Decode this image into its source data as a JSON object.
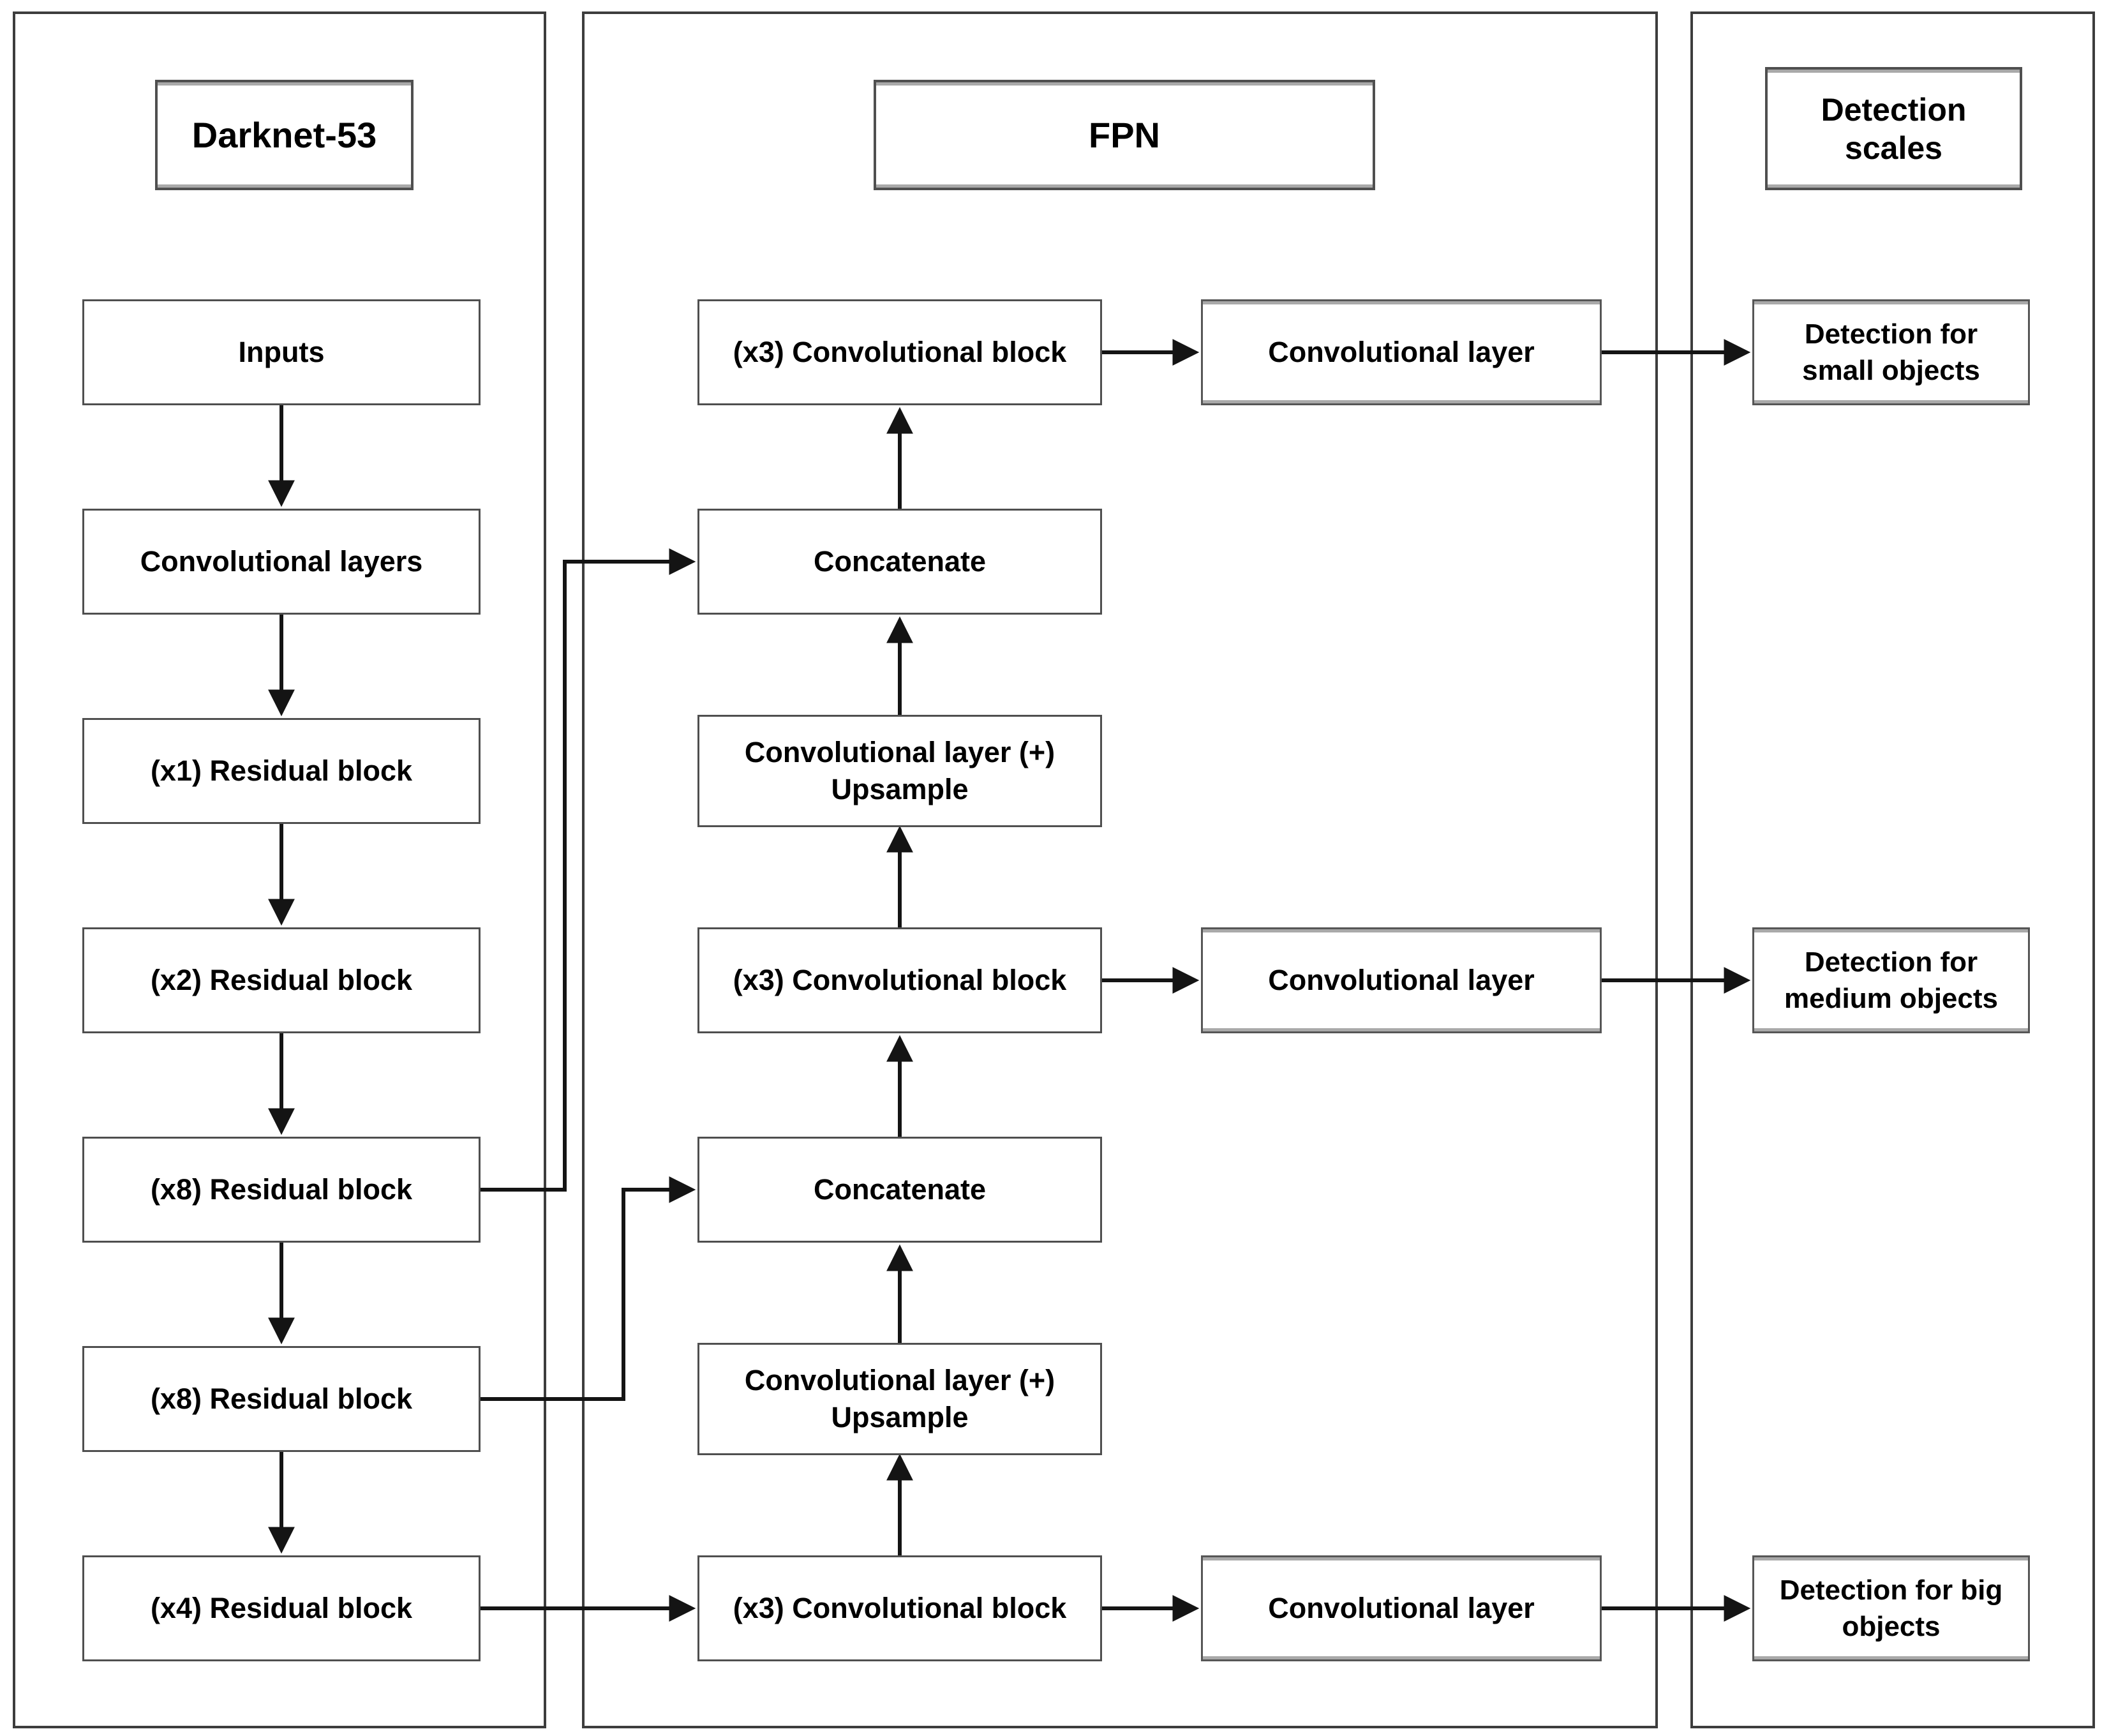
{
  "darknet": {
    "title": "Darknet-53",
    "nodes": [
      {
        "label": "Inputs"
      },
      {
        "label": "Convolutional layers"
      },
      {
        "label": "(x1) Residual block"
      },
      {
        "label": "(x2) Residual block"
      },
      {
        "label": "(x8) Residual block"
      },
      {
        "label": "(x8) Residual block"
      },
      {
        "label": "(x4) Residual block"
      }
    ]
  },
  "fpn": {
    "title": "FPN",
    "main_nodes": [
      {
        "label": "(x3) Convolutional block"
      },
      {
        "label": "Concatenate"
      },
      {
        "label": "Convolutional layer (+)\nUpsample"
      },
      {
        "label": "(x3) Convolutional block"
      },
      {
        "label": "Concatenate"
      },
      {
        "label": "Convolutional layer (+)\nUpsample"
      },
      {
        "label": "(x3) Convolutional block"
      }
    ],
    "head_nodes": [
      {
        "label": "Convolutional layer"
      },
      {
        "label": "Convolutional layer"
      },
      {
        "label": "Convolutional layer"
      }
    ]
  },
  "detection": {
    "title": "Detection\nscales",
    "outputs": [
      {
        "label": "Detection for\nsmall objects"
      },
      {
        "label": "Detection for\nmedium objects"
      },
      {
        "label": "Detection for big\nobjects"
      }
    ]
  },
  "colors": {
    "background": "#ffffff",
    "text": "#000000",
    "arrow_line": "#141414",
    "box_border": "#4f4f4f",
    "panel_border": "#3d3d3d",
    "bevel_gray": "#a9a9a9"
  }
}
